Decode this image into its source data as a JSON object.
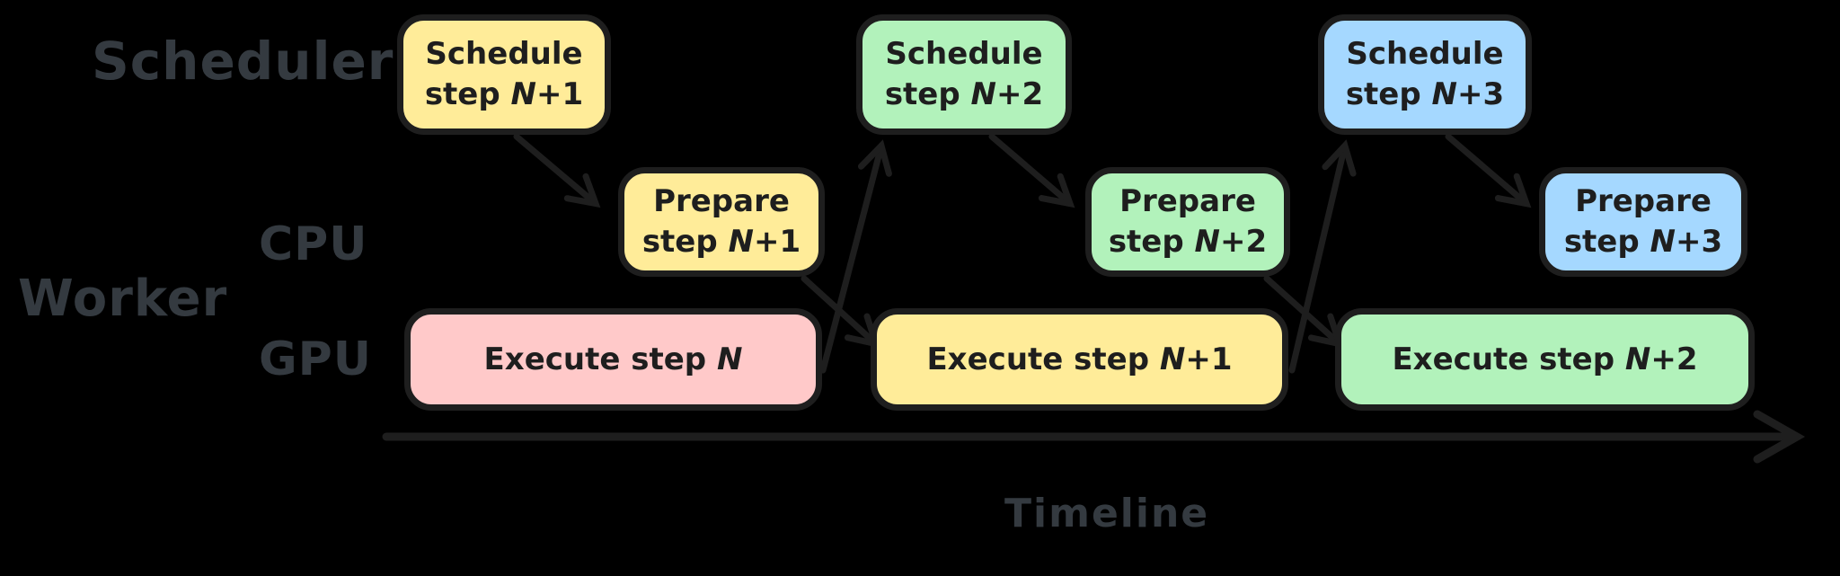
{
  "diagram": {
    "colors": {
      "background": "#000000",
      "stroke": "#1e1e1e",
      "label": "#343a40",
      "yellow": "#ffec99",
      "green": "#b2f2bb",
      "blue": "#a5d8ff",
      "pink": "#ffc9c9"
    },
    "row_labels": {
      "scheduler": "Scheduler",
      "worker": "Worker",
      "cpu": "CPU",
      "gpu": "GPU"
    },
    "axis_label": "Timeline",
    "boxes": [
      {
        "name": "schedule-step-n-plus-1",
        "fill": "yellow",
        "line1": "Schedule",
        "pre": "step ",
        "n": "N",
        "suf": "+1"
      },
      {
        "name": "prepare-step-n-plus-1",
        "fill": "yellow",
        "line1": "Prepare",
        "pre": "step ",
        "n": "N",
        "suf": "+1"
      },
      {
        "name": "schedule-step-n-plus-2",
        "fill": "green",
        "line1": "Schedule",
        "pre": "step ",
        "n": "N",
        "suf": "+2"
      },
      {
        "name": "prepare-step-n-plus-2",
        "fill": "green",
        "line1": "Prepare",
        "pre": "step ",
        "n": "N",
        "suf": "+2"
      },
      {
        "name": "schedule-step-n-plus-3",
        "fill": "blue",
        "line1": "Schedule",
        "pre": "step ",
        "n": "N",
        "suf": "+3"
      },
      {
        "name": "prepare-step-n-plus-3",
        "fill": "blue",
        "line1": "Prepare",
        "pre": "step ",
        "n": "N",
        "suf": "+3"
      },
      {
        "name": "execute-step-n",
        "fill": "pink",
        "pre": "Execute step ",
        "n": "N",
        "suf": ""
      },
      {
        "name": "execute-step-n-plus-1",
        "fill": "yellow",
        "pre": "Execute step ",
        "n": "N",
        "suf": "+1"
      },
      {
        "name": "execute-step-n-plus-2",
        "fill": "green",
        "pre": "Execute step ",
        "n": "N",
        "suf": "+2"
      }
    ]
  }
}
